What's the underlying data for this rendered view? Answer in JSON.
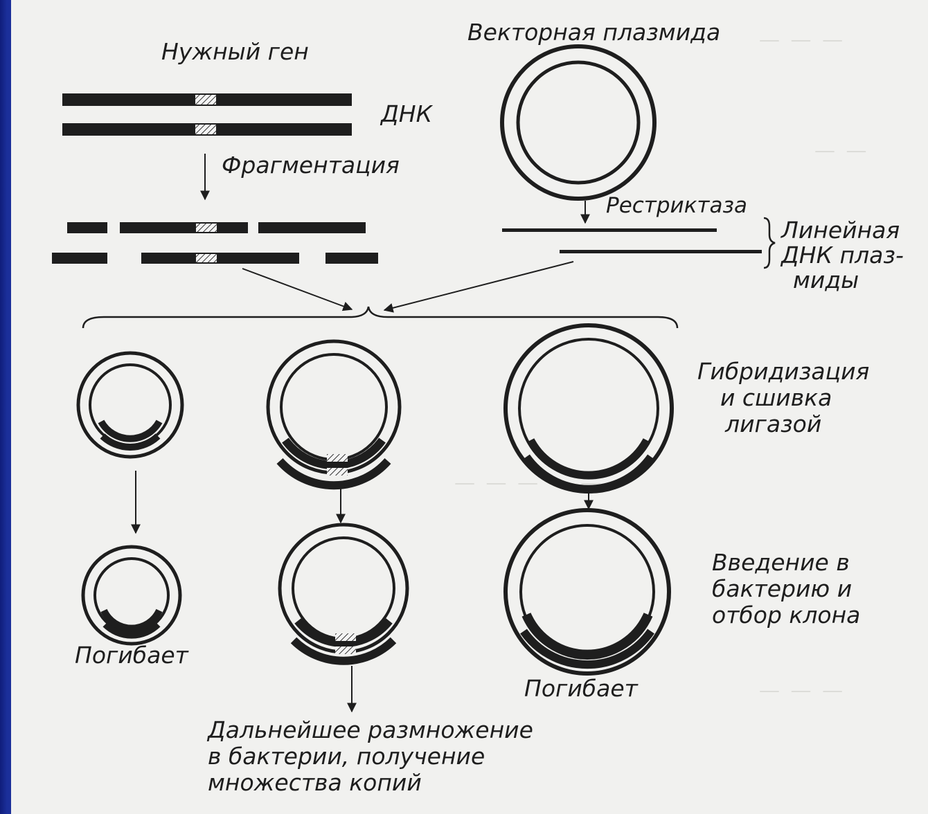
{
  "labels": {
    "needed_gene": "Нужный ген",
    "vector_plasmid": "Векторная плазмида",
    "dna": "ДНК",
    "fragmentation": "Фрагментация",
    "restriction_enzyme": "Рестриктаза",
    "linear_dna": [
      "Линейная",
      "ДНК плаз-",
      "миды"
    ],
    "hybridization": [
      "Гибридизация",
      "и сшивка",
      "лигазой"
    ],
    "introduction": [
      "Введение в",
      "бактерию и",
      "отбор клона"
    ],
    "dies_left": "Погибает",
    "dies_right": "Погибает",
    "propagation": [
      "Дальнейшее размножение",
      "в бактерии, получение",
      "множества копий"
    ]
  },
  "colors": {
    "frame": "#1b2f9a",
    "paper": "#f1f1ef",
    "ink": "#1e1e1e"
  }
}
